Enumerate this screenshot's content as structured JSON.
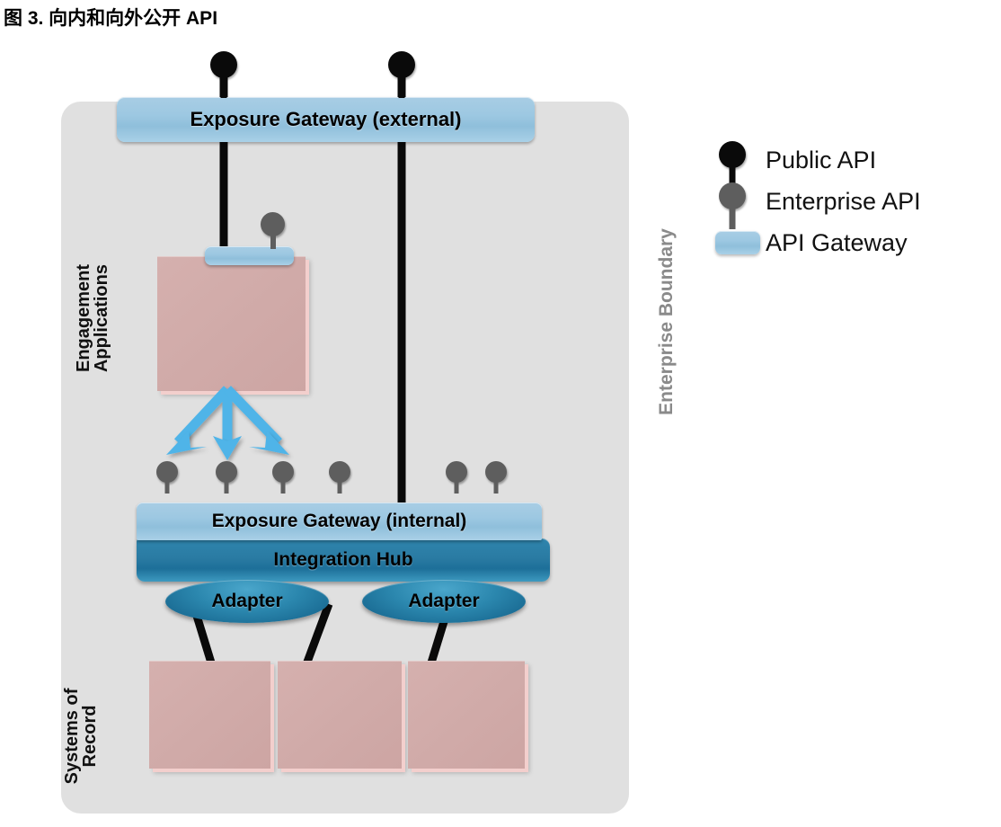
{
  "figure": {
    "caption": "图 3. 向内和向外公开 API"
  },
  "diagram": {
    "enterprise_boundary_label": "Enterprise Boundary",
    "lanes": [
      {
        "id": "engagement",
        "line1": "Engagement",
        "line2": "Applications"
      },
      {
        "id": "systems-of-record",
        "line1": "Systems of",
        "line2": "Record"
      }
    ],
    "nodes": {
      "gateway_external": "Exposure Gateway (external)",
      "gateway_internal": "Exposure Gateway (internal)",
      "integration_hub": "Integration Hub",
      "adapter_1": "Adapter",
      "adapter_2": "Adapter",
      "app_gateway": ""
    },
    "public_api_pins": 2,
    "enterprise_api_pins_on_internal_gateway": 6,
    "enterprise_api_pins_on_app": 1,
    "engagement_app_boxes": 1,
    "systems_of_record_boxes": 3,
    "flow_arrows": 3
  },
  "legend": {
    "items": [
      {
        "marker": "public-api-pin",
        "label": "Public API",
        "color": "#0a0a0a"
      },
      {
        "marker": "enterprise-api-pin",
        "label": "Enterprise API",
        "color": "#5e5e5e"
      },
      {
        "marker": "api-gateway-swatch",
        "label": "API Gateway",
        "color": "#9dc8e2"
      }
    ]
  },
  "colors": {
    "boundary": "#e0e0e0",
    "gateway_blue": "#9dc8e2",
    "hub_blue": "#2a7ba3",
    "box_pink": "#d0aaa8",
    "arrow_blue": "#4fb4e8",
    "public_pin": "#0a0a0a",
    "enterprise_pin": "#5e5e5e",
    "boundary_label": "#8a8a8a"
  }
}
